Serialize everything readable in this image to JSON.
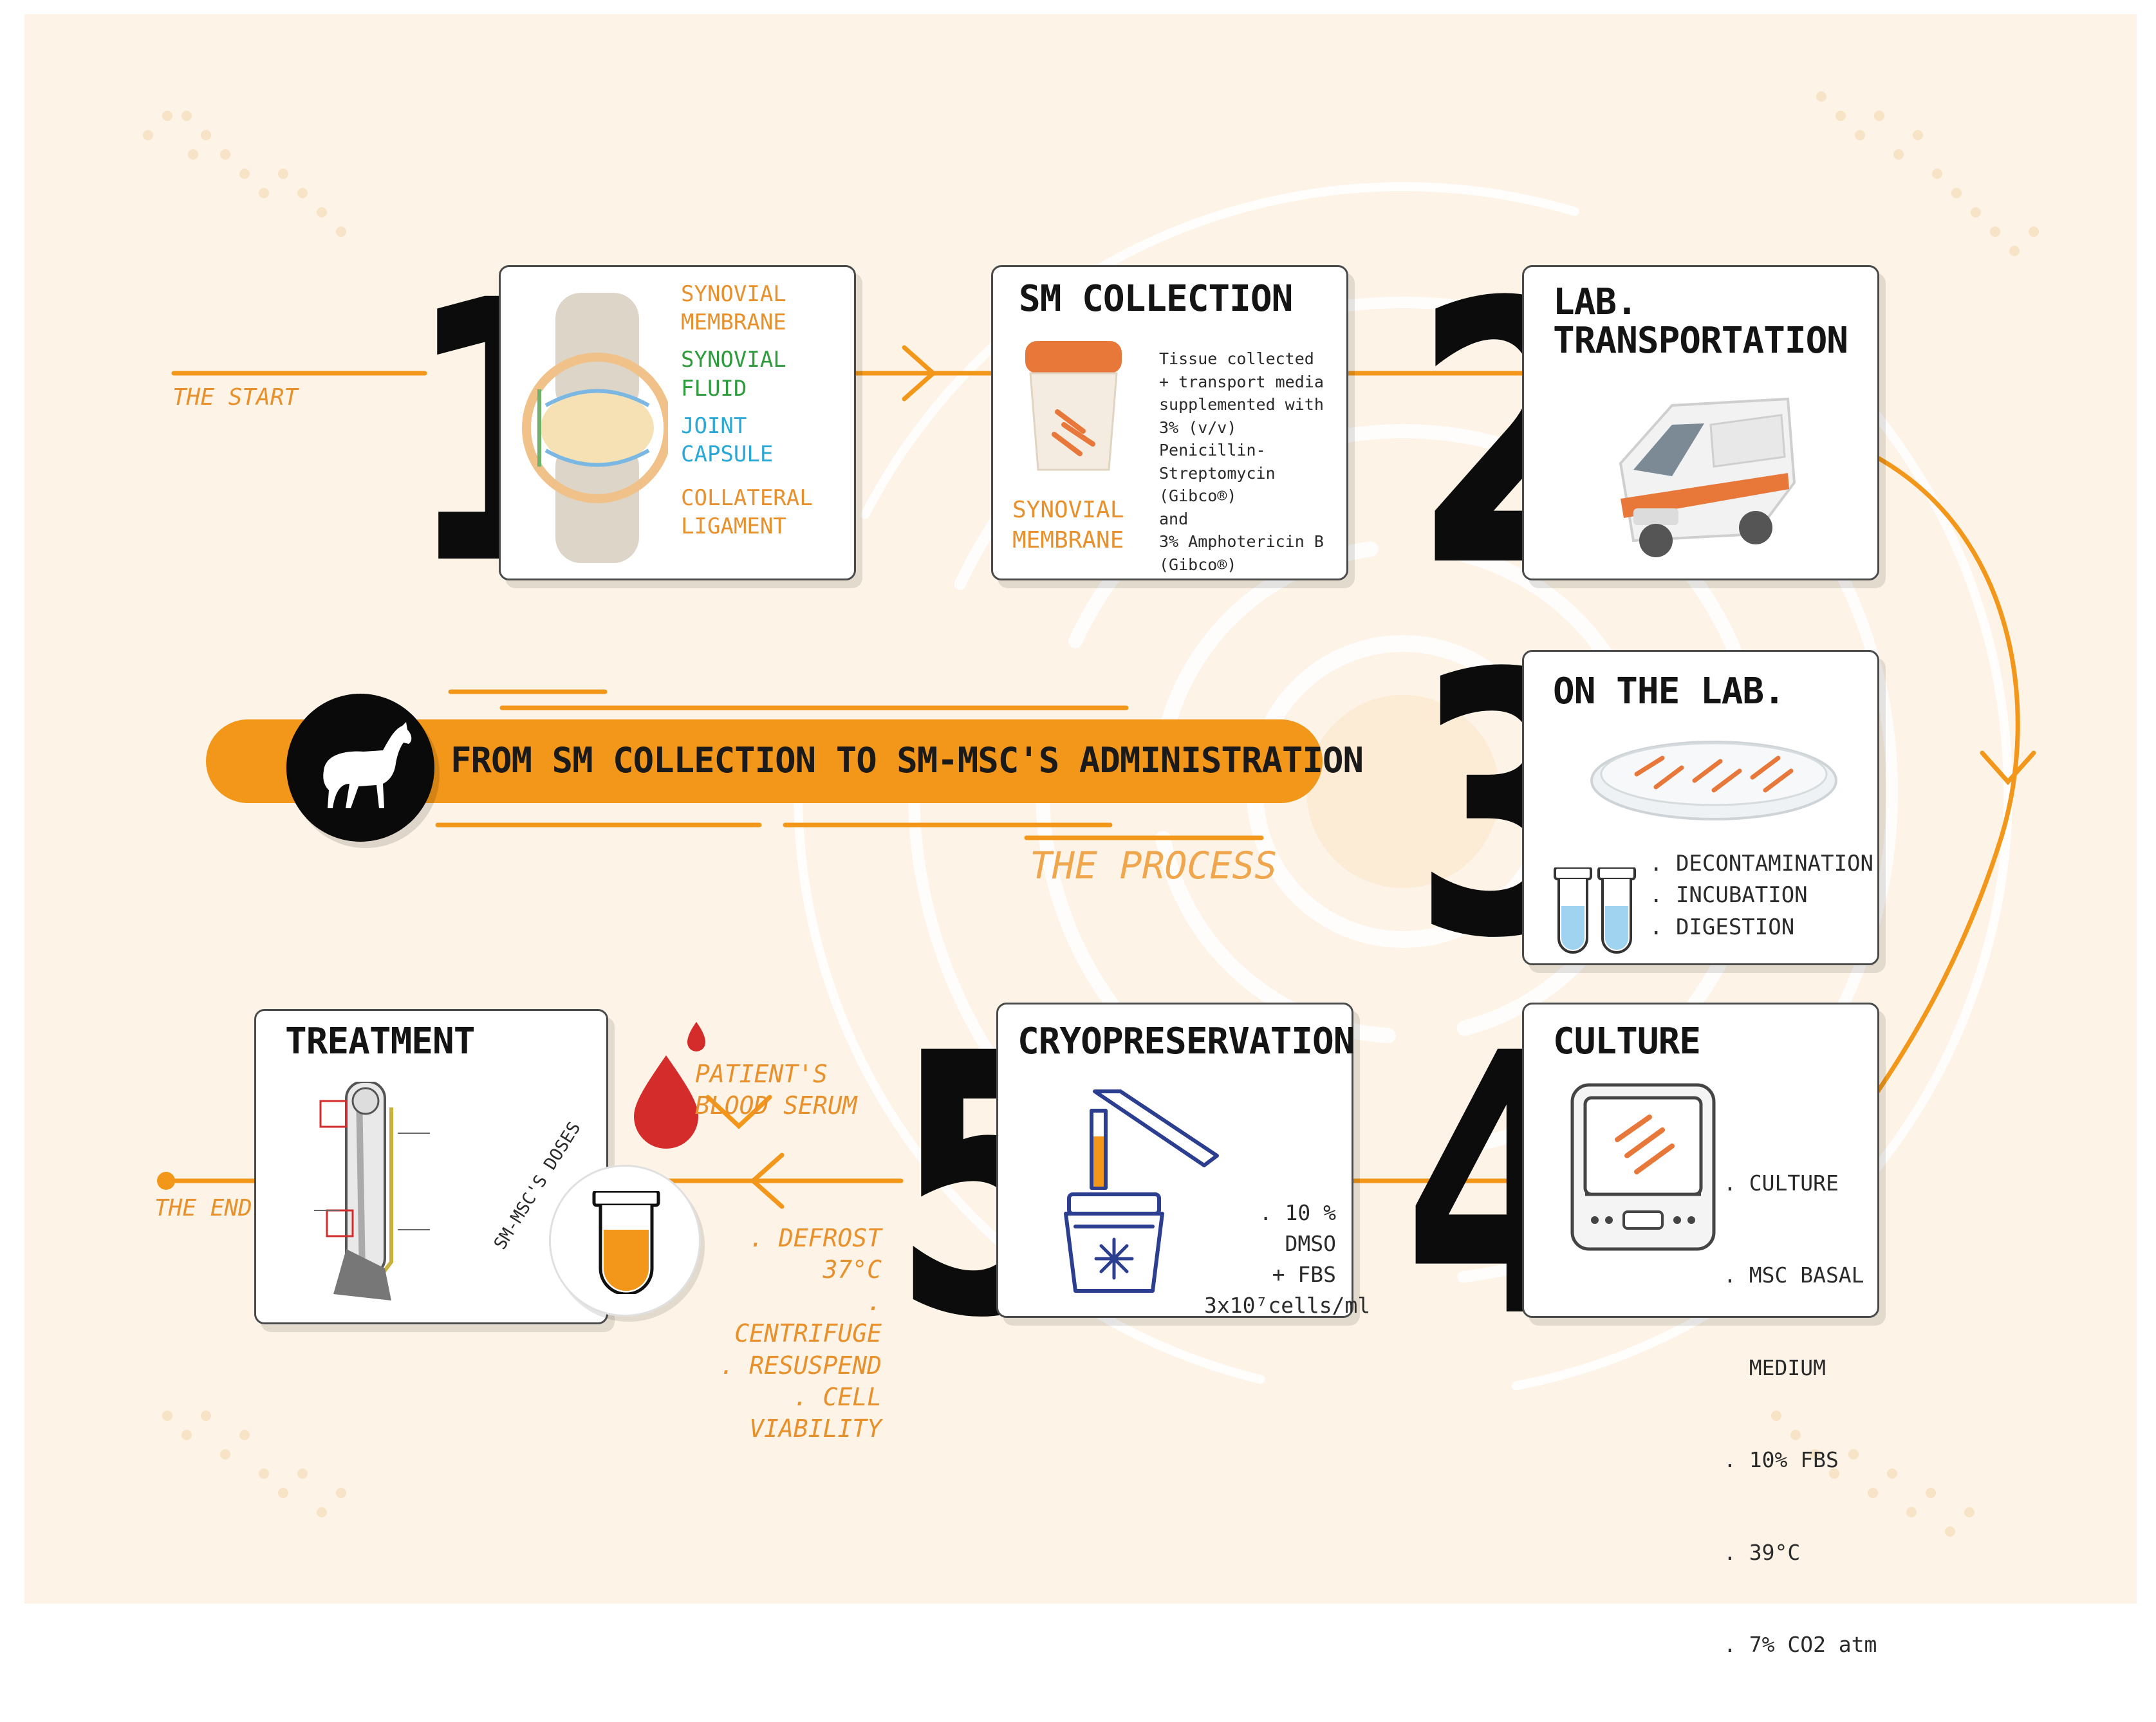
{
  "colors": {
    "accent": "#f29719",
    "background": "#fdf3e6",
    "text": "#141414"
  },
  "banner": {
    "title": "FROM SM COLLECTION TO SM-MSC'S ADMINISTRATION",
    "subtitle": "THE PROCESS",
    "icon": "horse-icon"
  },
  "flow": {
    "start": "THE START",
    "end": "THE END"
  },
  "step1": {
    "number": "1",
    "labels": [
      {
        "text1": "SYNOVIAL",
        "text2": "MEMBRANE"
      },
      {
        "text1": "SYNOVIAL",
        "text2": "FLUID"
      },
      {
        "text1": "JOINT",
        "text2": "CAPSULE"
      },
      {
        "text1": "COLLATERAL",
        "text2": "LIGAMENT"
      }
    ]
  },
  "collection": {
    "title": "SM COLLECTION",
    "lines": [
      "Tissue collected",
      "+ transport media",
      "supplemented with",
      "3% (v/v) Penicillin-",
      "Streptomycin (Gibco®)",
      "and",
      "3% Amphotericin B",
      "(Gibco®)"
    ],
    "container_label1": "SYNOVIAL",
    "container_label2": "MEMBRANE"
  },
  "step2": {
    "number": "2",
    "title1": "LAB.",
    "title2": "TRANSPORTATION"
  },
  "step3": {
    "number": "3",
    "title": "ON THE LAB.",
    "items": [
      ". DECONTAMINATION",
      ". INCUBATION",
      ". DIGESTION"
    ]
  },
  "step4": {
    "number": "4",
    "title": "CULTURE",
    "items": [
      ". CULTURE",
      ". MSC BASAL",
      "  MEDIUM",
      ". 10% FBS",
      ". 39°C",
      ". 7% CO2 atm"
    ]
  },
  "step5": {
    "number": "5",
    "title": "CRYOPRESERVATION",
    "items": [
      ". 10 % DMSO",
      "+ FBS",
      "3x10⁷cells/ml"
    ]
  },
  "serum": {
    "label1": "PATIENT'S",
    "label2": "BLOOD SERUM"
  },
  "prep": {
    "items": [
      ". DEFROST 37°C",
      ". CENTRIFUGE",
      ". RESUSPEND",
      ". CELL VIABILITY"
    ]
  },
  "doses": {
    "label": "SM-MSC'S DOSES"
  },
  "treatment": {
    "title": "TREATMENT"
  }
}
